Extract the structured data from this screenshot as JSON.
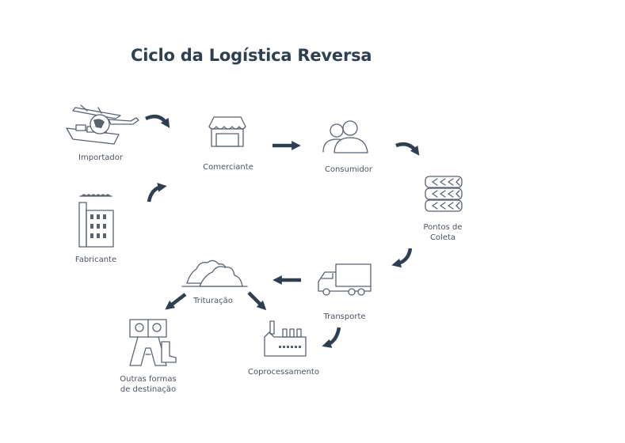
{
  "title": "Ciclo da Logística Reversa",
  "nodes": {
    "importador": {
      "label": "Importador",
      "icon": "ship-plane-import-icon"
    },
    "comerciante": {
      "label": "Comerciante",
      "icon": "storefront-icon"
    },
    "consumidor": {
      "label": "Consumidor",
      "icon": "people-icon"
    },
    "pontos_de_coleta": {
      "label_line1": "Pontos de",
      "label_line2": "Coleta",
      "icon": "collection-bins-icon"
    },
    "fabricante": {
      "label": "Fabricante",
      "icon": "factory-building-icon"
    },
    "trituracao": {
      "label": "Trituração",
      "icon": "crushed-pile-icon"
    },
    "transporte": {
      "label": "Transporte",
      "icon": "truck-icon"
    },
    "outras_formas": {
      "label_line1": "Outras formas",
      "label_line2": "de destinação",
      "icon": "landfill-boots-icon"
    },
    "coprocessamento": {
      "label": "Coprocessamento",
      "icon": "kiln-factory-icon"
    }
  },
  "colors": {
    "title": "#2f3f52",
    "arrow": "#2f3f52",
    "icon_stroke": "#5a6270",
    "label": "#4a5360"
  }
}
